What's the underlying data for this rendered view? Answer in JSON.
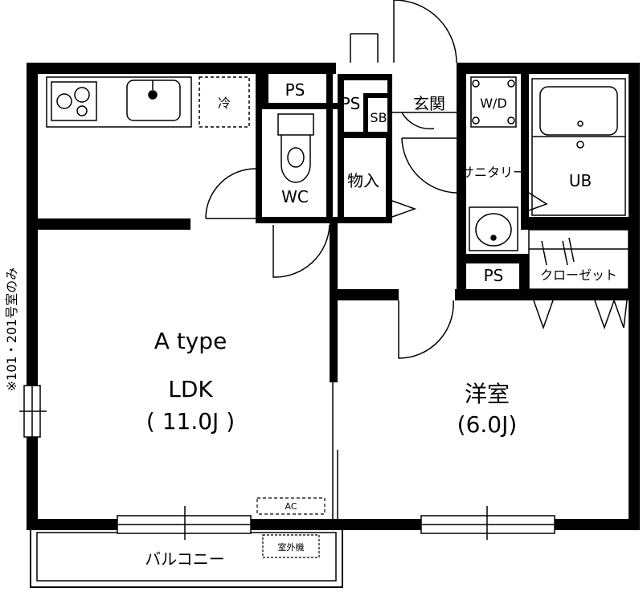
{
  "plan": {
    "type_label": "A type",
    "note": "※101・201号室のみ"
  },
  "rooms": {
    "ldk": {
      "name": "LDK",
      "size": "( 11.0J )"
    },
    "western": {
      "name": "洋室",
      "size": "(6.0J)"
    },
    "wc": "WC",
    "storage": "物入",
    "entrance": "玄関",
    "sb": "SB",
    "sanitary": "サニタリー",
    "wd": "W/D",
    "ub": "UB",
    "closet": "クローゼット",
    "balcony": "バルコニー"
  },
  "fixtures": {
    "fridge": "冷",
    "ps_top": "PS",
    "ps_entry": "PS",
    "ps_bottom": "PS",
    "ac": "AC",
    "outdoor_unit": "室外機"
  },
  "colors": {
    "wall": "#000000",
    "background": "#ffffff"
  }
}
